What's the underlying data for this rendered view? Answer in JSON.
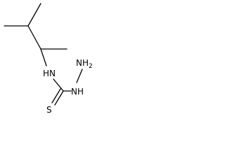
{
  "molecule": {
    "atoms": {
      "amine_nh": "HN",
      "terminal_nh2": "NH2",
      "hydrazine_nh": "NH",
      "sulfur": "S"
    },
    "colors": {
      "bond": "#000000",
      "label": "#000000",
      "background": "#ffffff"
    }
  }
}
